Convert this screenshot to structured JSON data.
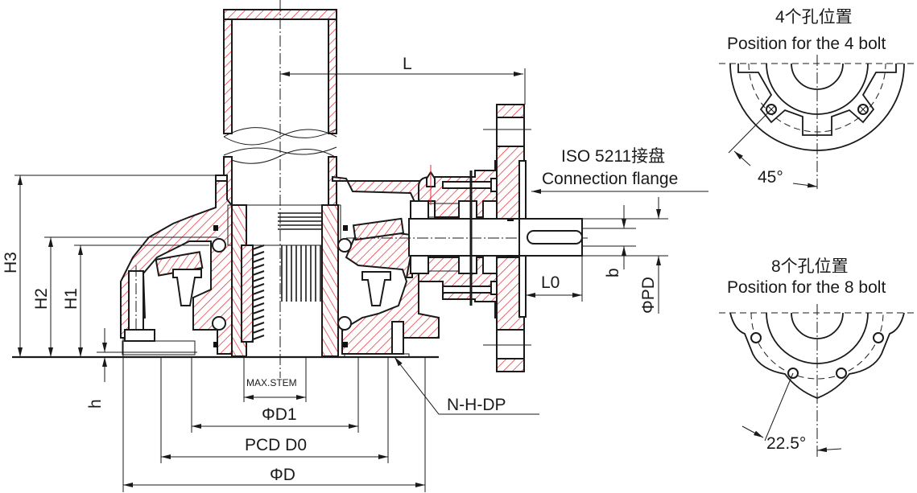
{
  "diagram": {
    "title": "Bevel gearbox with ISO 5211 connection flange – cross-section",
    "colors": {
      "line": "#1a1a1a",
      "hatch": "#e8232a",
      "background": "#ffffff"
    },
    "dimensions": {
      "L": "L",
      "H1": "H1",
      "H2": "H2",
      "H3": "H3",
      "h": "h",
      "L0": "L0",
      "b": "b",
      "PD": "ΦPD",
      "D1": "ΦD1",
      "D0": "PCD D0",
      "D": "ΦD",
      "max_stem": "MAX.STEM",
      "bolt_spec": "N-H-DP"
    },
    "flange_note": {
      "line1": "ISO 5211接盘",
      "line2": "Connection flange"
    },
    "bolt_views": [
      {
        "title_cn": "4个孔位置",
        "title_en": "Position for the 4 bolt",
        "angle": "45°",
        "bolts": 4
      },
      {
        "title_cn": "8个孔位置",
        "title_en": "Position for the 8 bolt",
        "angle": "22.5°",
        "bolts": 8
      }
    ]
  }
}
